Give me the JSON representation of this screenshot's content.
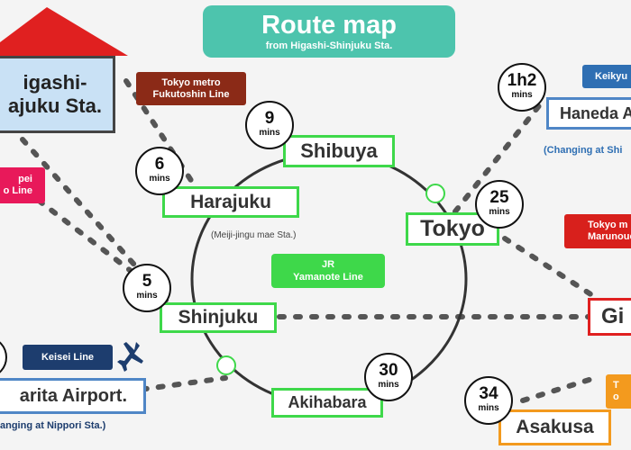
{
  "title": {
    "main": "Route map",
    "sub": "from Higashi-Shinjuku Sta."
  },
  "origin": {
    "line1": "igashi-",
    "line2": "ajuku Sta."
  },
  "loop_line": {
    "line1": "JR",
    "line2": "Yamanote Line"
  },
  "stations": {
    "shibuya": "Shibuya",
    "harajuku": "Harajuku",
    "tokyo": "Tokyo",
    "shinjuku": "Shinjuku",
    "akihabara": "Akihabara",
    "haneda": "Haneda A",
    "ginza": "Gi",
    "narita": "arita Airport.",
    "asakusa": "Asakusa"
  },
  "times": {
    "shibuya": {
      "num": "9",
      "unit": "mins"
    },
    "harajuku": {
      "num": "6",
      "unit": "mins"
    },
    "tokyo": {
      "num": "25",
      "unit": "mins"
    },
    "shinjuku": {
      "num": "5",
      "unit": "mins"
    },
    "akihabara": {
      "num": "30",
      "unit": "mins"
    },
    "haneda": {
      "num": "1h2",
      "unit": "mins"
    },
    "asakusa": {
      "num": "34",
      "unit": "mins"
    }
  },
  "line_tags": {
    "fukutoshin": {
      "line1": "Tokyo metro",
      "line2": "Fukutoshin Line"
    },
    "oedo": {
      "line1": "pei",
      "line2": "o Line"
    },
    "keikyu": "Keikyu",
    "marunouchi": {
      "line1": "Tokyo m",
      "line2": "Marunouch"
    },
    "keisei": "Keisei Line",
    "asakusa_line": {
      "line1": "T",
      "line2": "o"
    }
  },
  "notes": {
    "harajuku": "(Meiji-jingu mae Sta.)",
    "haneda": "(Changing at Shi",
    "narita": "anging at Nippori Sta.)"
  },
  "colors": {
    "accent": "#4dc4ad",
    "loop_green": "#3ed84a",
    "origin_red": "#e02020",
    "fukutoshin_brown": "#8b2a17",
    "oedo_pink": "#e8195a",
    "keikyu_blue": "#2f6fb3",
    "keisei_navy": "#1d3d6e",
    "marunouchi_red": "#d8201c",
    "asakusa_orange": "#f39a1e"
  },
  "icons": {
    "plane": "airplane-icon",
    "house": "house-roof-icon"
  }
}
